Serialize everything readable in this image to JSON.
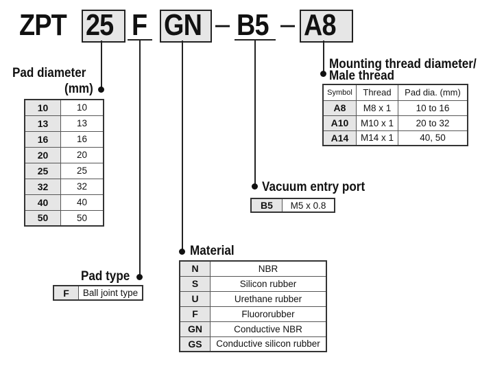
{
  "model_code": {
    "prefix": "ZPT",
    "parts": [
      "25",
      "F",
      "GN",
      "B5",
      "A8"
    ],
    "dash": "–"
  },
  "pad_diameter": {
    "title": "Pad diameter",
    "unit": "(mm)",
    "rows": [
      [
        "10",
        "10"
      ],
      [
        "13",
        "13"
      ],
      [
        "16",
        "16"
      ],
      [
        "20",
        "20"
      ],
      [
        "25",
        "25"
      ],
      [
        "32",
        "32"
      ],
      [
        "40",
        "40"
      ],
      [
        "50",
        "50"
      ]
    ]
  },
  "pad_type": {
    "title": "Pad type",
    "rows": [
      [
        "F",
        "Ball joint type"
      ]
    ]
  },
  "material": {
    "title": "Material",
    "rows": [
      [
        "N",
        "NBR"
      ],
      [
        "S",
        "Silicon rubber"
      ],
      [
        "U",
        "Urethane rubber"
      ],
      [
        "F",
        "Fluororubber"
      ],
      [
        "GN",
        "Conductive NBR"
      ],
      [
        "GS",
        "Conductive silicon rubber"
      ]
    ]
  },
  "vacuum_entry": {
    "title": "Vacuum entry port",
    "rows": [
      [
        "B5",
        "M5 x 0.8"
      ]
    ]
  },
  "mounting": {
    "title_line1": "Mounting thread diameter/",
    "title_line2": "Male thread",
    "headers": [
      "Symbol",
      "Thread",
      "Pad dia. (mm)"
    ],
    "rows": [
      [
        "A8",
        "M8 x 1",
        "10 to 16"
      ],
      [
        "A10",
        "M10 x 1",
        "20 to 32"
      ],
      [
        "A14",
        "M14 x 1",
        "40, 50"
      ]
    ]
  }
}
